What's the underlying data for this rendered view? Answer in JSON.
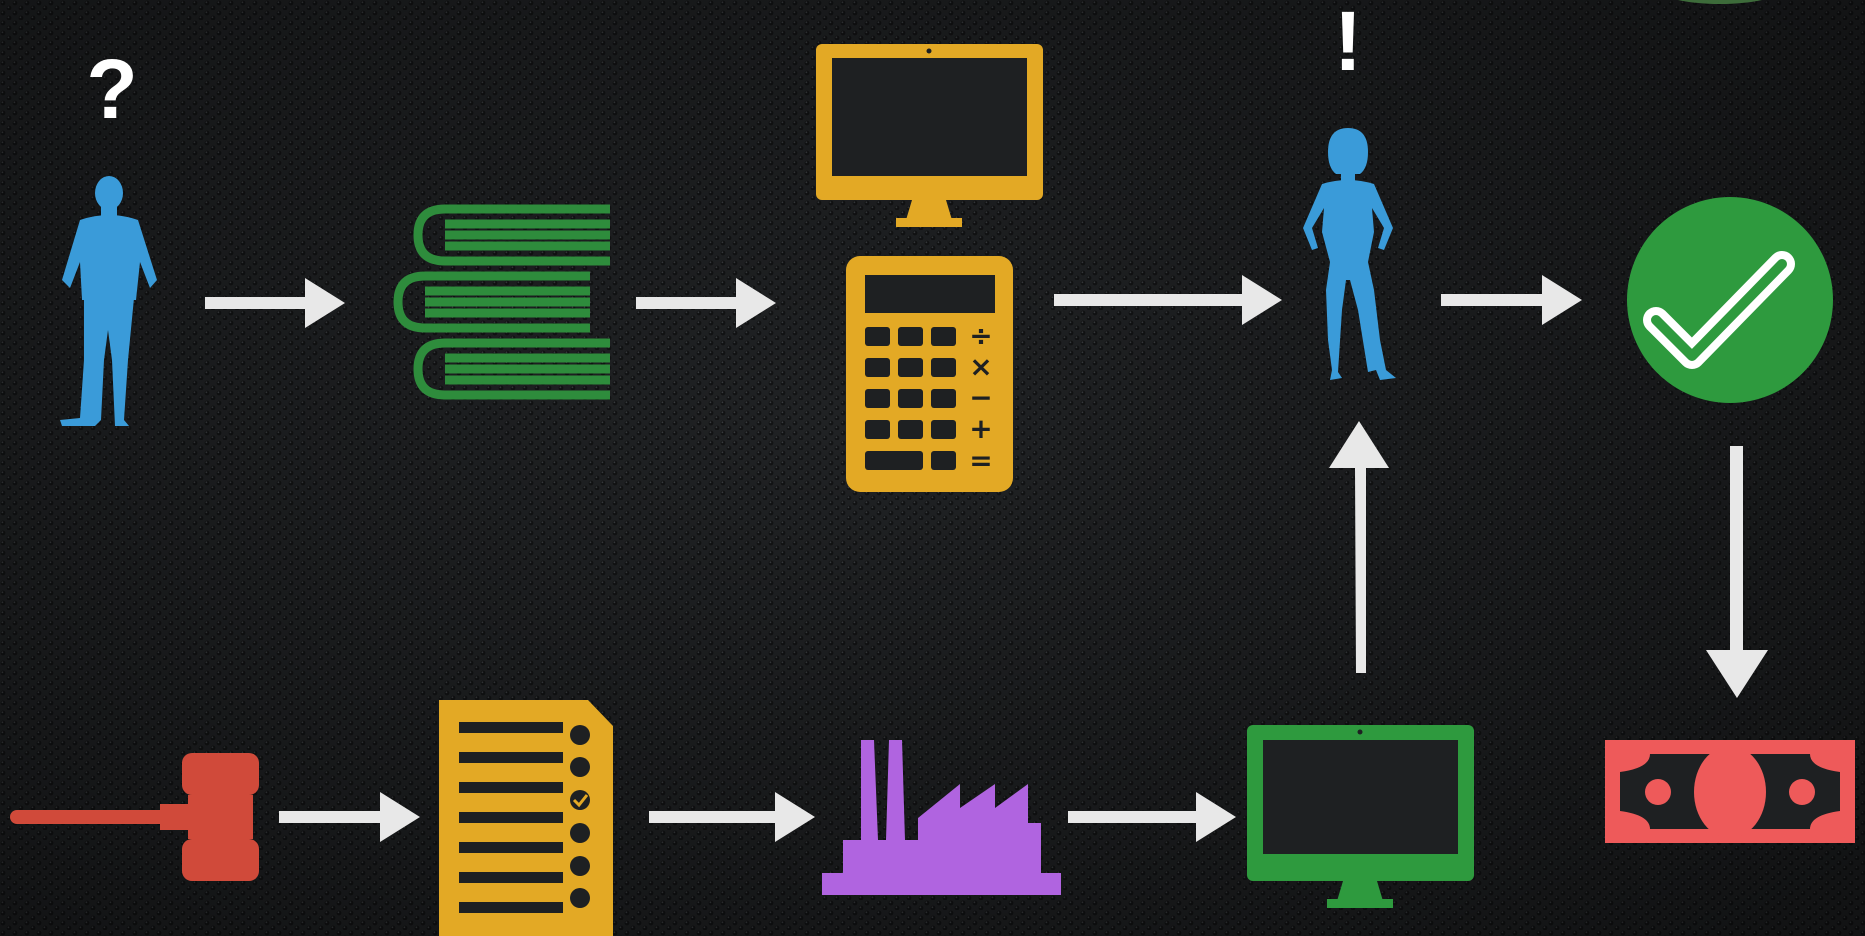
{
  "diagram": {
    "marks": {
      "question": "?",
      "exclamation": "!"
    },
    "colors": {
      "background": "#1e2022",
      "arrow": "#e8e8e8",
      "person": "#3a9bd9",
      "books": "#2e8c3c",
      "monitor_top": "#e3a925",
      "calculator": "#e3a925",
      "checkmark_circle": "#2e9a3e",
      "checkmark": "#ffffff",
      "gavel": "#d04a3a",
      "checklist": "#e3a925",
      "factory": "#b064e0",
      "monitor_bottom": "#2e9a3e",
      "money": "#ee5a5a"
    },
    "calculator_keys": {
      "divide": "÷",
      "multiply": "×",
      "minus": "−",
      "plus": "+",
      "equals": "="
    },
    "nodes": [
      {
        "id": "person-man",
        "icon": "man-silhouette-icon"
      },
      {
        "id": "books",
        "icon": "books-icon"
      },
      {
        "id": "computer-calculator",
        "icon": "monitor-icon"
      },
      {
        "id": "person-woman",
        "icon": "woman-silhouette-icon"
      },
      {
        "id": "approval",
        "icon": "checkmark-circle-icon"
      },
      {
        "id": "money",
        "icon": "banknote-icon"
      },
      {
        "id": "computer-green",
        "icon": "monitor-icon"
      },
      {
        "id": "factory",
        "icon": "factory-icon"
      },
      {
        "id": "checklist",
        "icon": "checklist-icon"
      },
      {
        "id": "gavel",
        "icon": "gavel-icon"
      }
    ],
    "edges": [
      {
        "from": "person-man",
        "to": "books"
      },
      {
        "from": "books",
        "to": "computer-calculator"
      },
      {
        "from": "computer-calculator",
        "to": "person-woman"
      },
      {
        "from": "person-woman",
        "to": "approval"
      },
      {
        "from": "approval",
        "to": "money"
      },
      {
        "from": "gavel",
        "to": "checklist"
      },
      {
        "from": "checklist",
        "to": "factory"
      },
      {
        "from": "factory",
        "to": "computer-green"
      },
      {
        "from": "computer-green",
        "to": "person-woman"
      }
    ]
  }
}
